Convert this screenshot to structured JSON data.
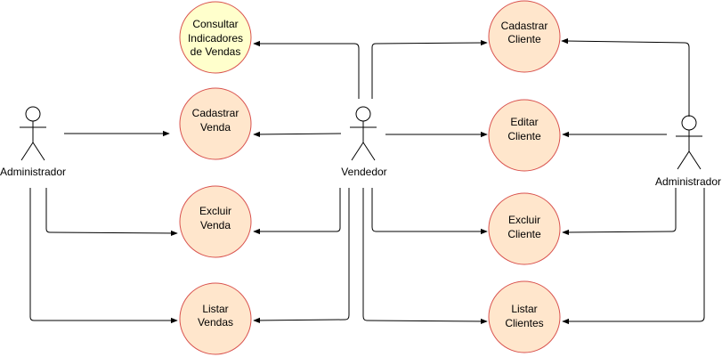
{
  "colors": {
    "usecase_fill": "#ffe6cc",
    "usecase_fill_highlight": "#ffffcc",
    "usecase_stroke": "#d9534f",
    "line": "#000000"
  },
  "actors": [
    {
      "id": "admin-left",
      "label": "Administrador"
    },
    {
      "id": "vendedor",
      "label": "Vendedor"
    },
    {
      "id": "admin-right",
      "label": "Administrador"
    }
  ],
  "use_cases": [
    {
      "id": "consultar-indicadores",
      "lines": [
        "Consultar",
        "Indicadores",
        "de Vendas"
      ]
    },
    {
      "id": "cadastrar-venda",
      "lines": [
        "Cadastrar",
        "Venda"
      ]
    },
    {
      "id": "excluir-venda",
      "lines": [
        "Excluir",
        "Venda"
      ]
    },
    {
      "id": "listar-vendas",
      "lines": [
        "Listar",
        "Vendas"
      ]
    },
    {
      "id": "cadastrar-cliente",
      "lines": [
        "Cadastrar",
        "Cliente"
      ]
    },
    {
      "id": "editar-cliente",
      "lines": [
        "Editar",
        "Cliente"
      ]
    },
    {
      "id": "excluir-cliente",
      "lines": [
        "Excluir",
        "Cliente"
      ]
    },
    {
      "id": "listar-clientes",
      "lines": [
        "Listar",
        "Clientes"
      ]
    }
  ]
}
